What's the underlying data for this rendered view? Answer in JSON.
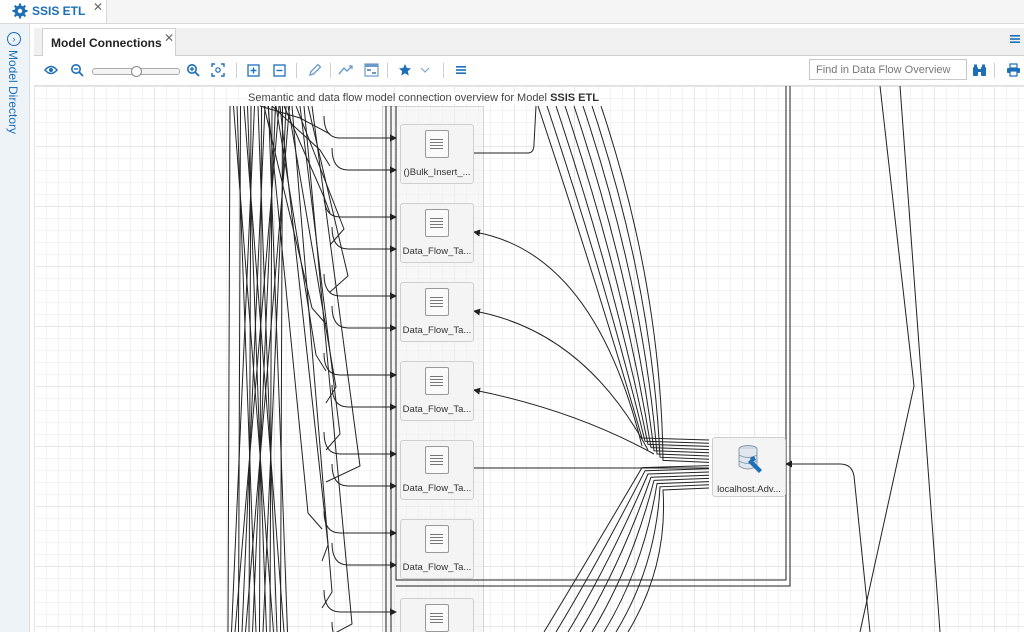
{
  "doc_tab": {
    "title": "SSIS ETL"
  },
  "left_rail": {
    "label": "Model Directory"
  },
  "inner_tab": {
    "title": "Model Connections"
  },
  "toolbar": {
    "find_placeholder": "Find in Data Flow Overview"
  },
  "canvas": {
    "title_prefix": "Semantic and data flow model connection overview for Model ",
    "title_model": "SSIS ETL",
    "nodes": [
      {
        "label": "()Bulk_Insert_..."
      },
      {
        "label": "Data_Flow_Ta..."
      },
      {
        "label": "Data_Flow_Ta..."
      },
      {
        "label": "Data_Flow_Ta..."
      },
      {
        "label": "Data_Flow_Ta..."
      },
      {
        "label": "Data_Flow_Ta..."
      },
      {
        "label": ""
      }
    ],
    "db_node": {
      "label": "localhost.Adv..."
    }
  },
  "colors": {
    "accent": "#1d6fb8",
    "wire": "#222222"
  }
}
